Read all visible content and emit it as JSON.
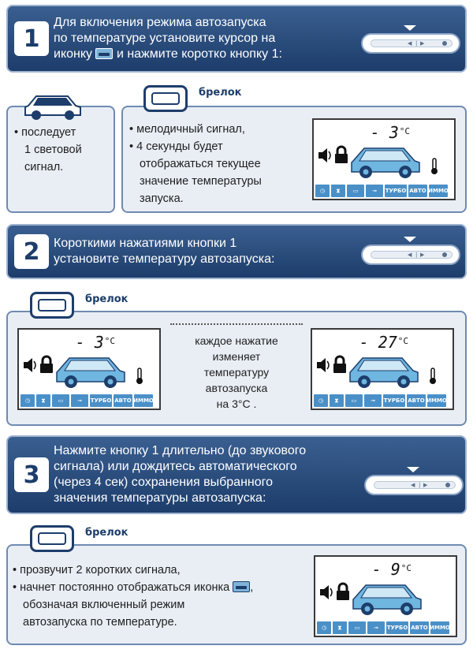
{
  "step1": {
    "number": "1",
    "line1": "Для включения режима автозапуска",
    "line2": "по температуре установите курсор на",
    "line3a": "иконку",
    "line3b": "и нажмите коротко кнопку 1:",
    "car_panel": {
      "bullets": [
        "• последует",
        "1 световой",
        "сигнал."
      ]
    },
    "fob_panel": {
      "tab_label": "брелок",
      "bullets": [
        "• мелодичный сигнал,",
        "• 4 секунды будет",
        "отображаться текущее",
        "значение температуры",
        "запуска."
      ],
      "lcd_temp": "- 3",
      "lcd_unit": "°C"
    }
  },
  "step2": {
    "number": "2",
    "line1": "Короткими нажатиями кнопки 1",
    "line2": "установите температуру автозапуска:",
    "panel": {
      "tab_label": "брелок",
      "left_lcd_temp": "- 3",
      "right_lcd_temp": "- 27",
      "lcd_unit": "°C",
      "center_text": [
        "каждое нажатие",
        "изменяет",
        "температуру",
        "автозапуска",
        "на 3°C ."
      ]
    }
  },
  "step3": {
    "number": "3",
    "line1": "Нажмите кнопку 1 длительно (до звукового",
    "line2": "сигнала) или дождитесь автоматического",
    "line3": "(через 4 сек) сохранения выбранного",
    "line4": "значения температуры автозапуска:",
    "panel": {
      "tab_label": "брелок",
      "bullet1": "• прозвучит 2 коротких сигнала,",
      "bullet2a": "• начнет постоянно отображаться иконка",
      "bullet2b": ",",
      "bullet3": "обозначая включенный режим",
      "bullet4": "автозапуска по температуре.",
      "lcd_temp": "- 9",
      "lcd_unit": "°C"
    }
  },
  "lcd_icons": {
    "turbo": "ТУРБО",
    "avto": "АВТО",
    "immo": "ИММО"
  },
  "fob_buttons": {
    "left": "◀",
    "middle": "|",
    "right": "▶"
  },
  "colors": {
    "banner": "#1d3d6b",
    "panel": "#e9eef5",
    "lcd_icon": "#4a90c8",
    "car": "#6fb6e0"
  }
}
